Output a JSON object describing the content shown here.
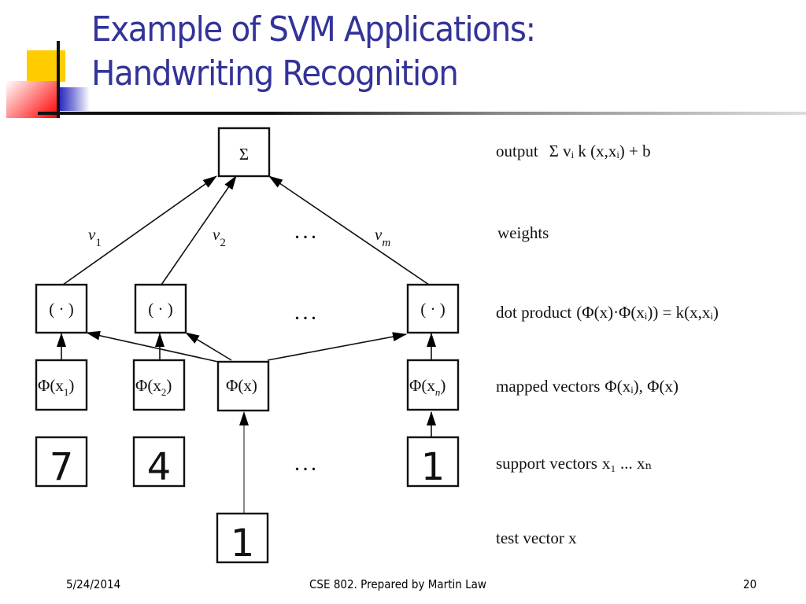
{
  "slide": {
    "title_line1": "Example of SVM Applications:",
    "title_line2": "Handwriting Recognition",
    "accent_color": "#333399"
  },
  "diagram": {
    "sum_node": "Σ",
    "weights": [
      "v",
      "v",
      "v"
    ],
    "weight_subscripts": [
      "1",
      "2",
      "m"
    ],
    "ellipsis": ". . .",
    "dot_nodes": [
      "( · )",
      "( · )",
      "( · )"
    ],
    "mapped_nodes": [
      {
        "prefix": "Φ(x",
        "sub": "1",
        "suffix": ")"
      },
      {
        "prefix": "Φ(x",
        "sub": "2",
        "suffix": ")"
      },
      {
        "prefix": "Φ(x",
        "sub": "",
        "suffix": ")"
      },
      {
        "prefix": "Φ(x",
        "sub": "n",
        "suffix": ")"
      }
    ],
    "support_digits": [
      "7",
      "4",
      "1"
    ],
    "test_digit": "1"
  },
  "legend": {
    "output_label": "output",
    "output_formula": "Σ vᵢ k (x,xᵢ) + b",
    "weights_label": "weights",
    "dot_product_label": "dot product",
    "dot_product_formula": "(Φ(x)·Φ(xᵢ)) = k(x,xᵢ)",
    "mapped_label": "mapped vectors",
    "mapped_formula": "Φ(xᵢ), Φ(x)",
    "support_label": "support vectors",
    "support_formula": "x₁ ... xₙ",
    "test_label": "test vector x"
  },
  "footer": {
    "date": "5/24/2014",
    "center": "CSE 802. Prepared by Martin Law",
    "page": "20"
  }
}
